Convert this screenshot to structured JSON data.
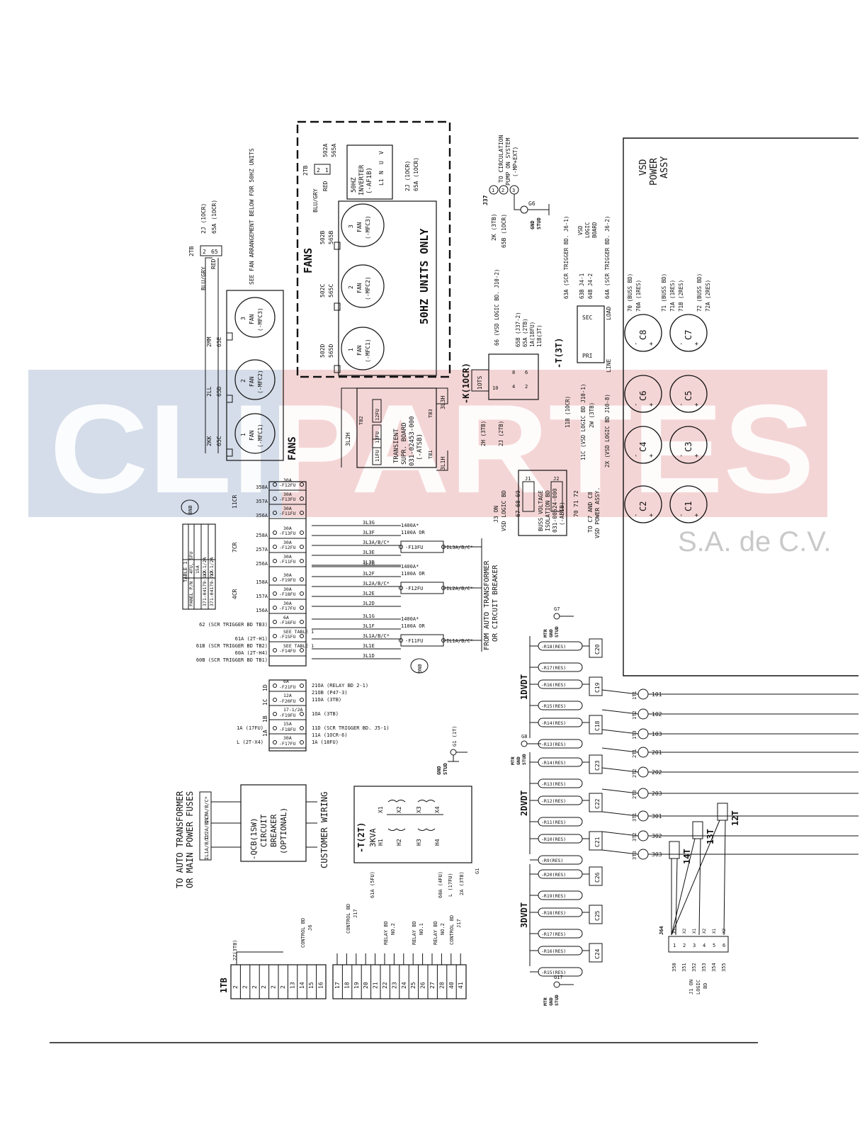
{
  "diagram": {
    "fans_outer": {
      "title": "FANS",
      "note": "SEE FAN ARRANGEMENT BELOW FOR 50HZ UNITS",
      "tb": "2TB",
      "tb_term_a": "2",
      "tb_term_b": "65",
      "wire_a": "BLU/GRY",
      "wire_b": "RED",
      "out_a": "2J (1OCR)",
      "out_b": "65A (1OCR)",
      "wires": [
        "2KK",
        "65C",
        "2LL",
        "65D",
        "2MM",
        "65E"
      ],
      "fans": [
        {
          "num": "1",
          "label": "FAN",
          "tag": "(-MFC1)"
        },
        {
          "num": "2",
          "label": "FAN",
          "tag": "(-MFC2)"
        },
        {
          "num": "3",
          "label": "FAN",
          "tag": "(-MFC3)"
        }
      ]
    },
    "fans_50hz": {
      "title": "FANS",
      "subtitle": "50HZ UNITS ONLY",
      "tb": "2TB",
      "tb_terms": [
        "2",
        "1"
      ],
      "wire_a": "BLU/GRY",
      "wire_b": "RED",
      "wires": [
        "502A",
        "565A",
        "502B",
        "565B",
        "502C",
        "565C",
        "502D",
        "565D"
      ],
      "inverter": [
        "50HZ",
        "INVERTER",
        "(-AF1B)"
      ],
      "inverter_terms": [
        "L1",
        "N",
        "U",
        "V"
      ],
      "inv_out_a": "2J (1OCR)",
      "inv_out_b": "65A (1OCR)",
      "fans": [
        {
          "num": "1",
          "label": "FAN",
          "tag": "(-MFC1)"
        },
        {
          "num": "2",
          "label": "FAN",
          "tag": "(-MFC2)"
        },
        {
          "num": "3",
          "label": "FAN",
          "tag": "(-MFC3)"
        }
      ]
    },
    "circulation": {
      "heading": [
        "TO CIRCULATION",
        "PUMP ON SYSTEM",
        "(-MP+EXT)"
      ],
      "j37": "J37",
      "pins": [
        "1",
        "2",
        "3"
      ],
      "wires": [
        "2K (3TB)",
        "65B (1OCR)"
      ],
      "gnd": [
        "GND",
        "STUD"
      ],
      "gnd_id": "G6"
    },
    "vsd_power": {
      "title": [
        "VSD",
        "POWER",
        "ASSY"
      ],
      "caps": [
        "C8",
        "C7",
        "C6",
        "C5",
        "C4",
        "C3",
        "C2",
        "C1"
      ],
      "buss": [
        "70 (BUSS BD)",
        "70A (1RES)",
        "71 (BUSS BD)",
        "71A (1RES)",
        "71B (2RES)",
        "72 (BUSS BD)",
        "72A (2RES)"
      ]
    },
    "t3t": {
      "label": "-T(3T)",
      "wires_top": [
        "63A (SCR TRIGGER BD. J6-1)",
        "63B J4-1",
        "64B J4-2",
        "64A (SCR TRIGGER BD. J6-2)"
      ],
      "vsd_logic": [
        "VSD",
        "LOGIC",
        "BOARD"
      ],
      "sec": "SEC",
      "pri": "PRI",
      "load": "LOAD",
      "line": "LINE",
      "wires_bot": [
        "11B (1OCR)",
        "11C (VSD LOGIC BD J10-1)",
        "2W (3TB)",
        "2X (VSD LOGIC BD J10-8)"
      ]
    },
    "k10cr": {
      "label": "-K(1OCR)",
      "ots": "1OTS",
      "pins": [
        "10",
        "4",
        "2",
        "8",
        "6"
      ],
      "wires": [
        "66 (VSD LOGIC BD. J10-2)",
        "65B (J37-2)",
        "65A (2TB)",
        "1A(18FU)",
        "11B(3T)"
      ],
      "bottom": [
        "2H (3TB)",
        "2J (2TB)"
      ]
    },
    "transient": {
      "lines": [
        "TRANSIENT",
        "SUPR. BOARD",
        "031-02453-000",
        "(-ATSB)"
      ],
      "fuses": [
        "11FU",
        "13FU",
        "12FU"
      ],
      "terms": [
        "TB1",
        "TB2",
        "TB3"
      ],
      "wires": [
        "3L2H",
        "3L3H",
        "3L1H"
      ]
    },
    "buss_iso": {
      "lines": [
        "BUSS VOLTAGE",
        "ISOLATION BD",
        "031-00624-000",
        "(-ABIB)"
      ],
      "j1": "J1",
      "j2": "J2",
      "left": [
        "J3 ON",
        "VSD LOGIC BD"
      ],
      "pins_left": [
        "69",
        "68",
        "67"
      ],
      "pins_right": [
        "72",
        "71",
        "70"
      ],
      "right": [
        "TO C7 AND C8",
        "VSD POWER ASSY."
      ]
    },
    "table1": {
      "title": "TABLE 1",
      "headers": [
        "PANEL P/N",
        "4FU, 5FU"
      ],
      "rows": [
        [
          "",
          "15A"
        ],
        [
          "371-04179-1XX",
          "17-1/2A"
        ],
        [
          "371-04179-7XX",
          "17-1/2A"
        ]
      ]
    },
    "fuse_block": {
      "relays": [
        "11CR",
        "7CR",
        "4CR"
      ],
      "fuses": [
        "F12FU",
        "F13FU",
        "F11FU",
        "F13FU",
        "F12FU",
        "F11FU",
        "F19FU",
        "F18FU",
        "F17FU",
        "F16FU",
        "F15FU",
        "F14FU"
      ],
      "ratings": [
        "30A",
        "30A",
        "30A",
        "30A",
        "30A",
        "30A",
        "30A",
        "30A",
        "30A",
        "6A",
        "SEE TABLE 1",
        "SEE TABLE 1"
      ],
      "outputs": [
        "358A",
        "357A",
        "356A",
        "258A",
        "257A",
        "256A",
        "158A",
        "157A",
        "156A",
        "62 (SCR TRIGGER BD TB3)",
        "61A (2T-H1)",
        "61B (SCR TRIGGER BD TB2)",
        "60A (2T-H4)",
        "60B (SCR TRIGGER BD TB1)"
      ],
      "badge": "8NB"
    },
    "lower_fuses": {
      "labels": [
        "1D",
        "1C",
        "1B",
        "1A"
      ],
      "fuses": [
        "F21FU",
        "F20FU",
        "F19FU",
        "F18FU",
        "F17FU"
      ],
      "ratings": [
        "6A",
        "12A",
        "17-1/2A",
        "15A",
        "30A"
      ],
      "wires": [
        "21OA (RELAY BD 2-1)",
        "21OB (P47-3)",
        "11OA (3TB)",
        "1OA (3TB)",
        "11D (SCR TRIGGER BD. J5-1)",
        "11A (1OCR-6)",
        "1A (18FU)",
        "1A (17FU)",
        "L (2T-X4)"
      ]
    },
    "breakers": {
      "groups": [
        {
          "in": "IL3A/B/C*",
          "fuse": "F13FU",
          "out": [
            "3L3G",
            "3L3F",
            "3L3A/B/C*",
            "3L3E",
            "3L3D"
          ],
          "rating": [
            "1100A OR",
            "1400A*"
          ]
        },
        {
          "in": "IL2A/B/C*",
          "fuse": "F12FU",
          "out": [
            "3L2G",
            "3L2F",
            "3L2A/B/C*",
            "3L2E",
            "3L2D"
          ],
          "rating": [
            "1100A OR",
            "1400A*"
          ]
        },
        {
          "in": "IL1A/B/C*",
          "fuse": "F11FU",
          "out": [
            "3L1G",
            "3L1F",
            "3L1A/B/C*",
            "3L1E",
            "3L1D"
          ],
          "rating": [
            "1100A OR",
            "1400A*"
          ]
        }
      ],
      "heading": [
        "FROM AUTO TRANSFORMER",
        "OR CIRCUIT BREAKER"
      ],
      "badge": "9NB"
    },
    "qcb": {
      "lines": [
        "-QCB(1SW)",
        "CIRCUIT",
        "BREAKER",
        "(OPTIONAL)"
      ],
      "inputs": [
        "IL3A/B/C*",
        "IL2A/B/C*",
        "IL1A/B/C*"
      ],
      "heading": [
        "TO AUTO TRANSFORMER",
        "OR MAIN POWER FUSES"
      ],
      "customer": "CUSTOMER WIRING"
    },
    "t2t": {
      "label": "-T(2T)",
      "kva": "3KVA",
      "windings": [
        "X1",
        "X2",
        "X3",
        "X4",
        "H1",
        "H2",
        "H3",
        "H4"
      ],
      "wires": [
        "61A (5FU)",
        "60A (4FU)",
        "L (17FU)",
        "2A (3TB)",
        "G1"
      ],
      "gnd": [
        "GND",
        "STUD"
      ],
      "gnd_id": "G1 (1T)"
    },
    "vdt": {
      "groups": [
        {
          "label": "1DVDT",
          "caps": [
            "C20",
            "C19",
            "C18"
          ],
          "res": [
            "-R18(RES)",
            "-R17(RES)",
            "-R16(RES)",
            "-R15(RES)",
            "-R14(RES)",
            "-R13(RES)"
          ],
          "terms": [
            "1T1",
            "1T2",
            "1T3"
          ],
          "outs": [
            "101",
            "102",
            "103"
          ],
          "gnd": "G7"
        },
        {
          "label": "2DVDT",
          "caps": [
            "C23",
            "C22",
            "C21"
          ],
          "res": [
            "-R14(RES)",
            "-R13(RES)",
            "-R12(RES)",
            "-R11(RES)",
            "-R10(RES)",
            "-R9(RES)"
          ],
          "terms": [
            "2T1",
            "2T2",
            "2T3"
          ],
          "outs": [
            "201",
            "202",
            "203"
          ],
          "gnd": "G8"
        },
        {
          "label": "3DVDT",
          "caps": [
            "C26",
            "C25",
            "C24"
          ],
          "res": [
            "-R20(RES)",
            "-R19(RES)",
            "-R18(RES)",
            "-R17(RES)",
            "-R16(RES)",
            "-R15(RES)"
          ],
          "terms": [
            "3T1",
            "3T2",
            "3T3"
          ],
          "outs": [
            "301",
            "302",
            "303"
          ],
          "gnd": "G17"
        }
      ],
      "mtr_gnd": [
        "MTR",
        "GND",
        "STUD"
      ]
    },
    "ct": {
      "labels": [
        "12T",
        "13T",
        "14T"
      ],
      "j64": "J64",
      "pins": [
        "1",
        "2",
        "3",
        "4",
        "5",
        "6"
      ],
      "x": [
        "X1",
        "X2",
        "X1",
        "X2",
        "X1",
        "X2"
      ],
      "wires": [
        "350",
        "351",
        "352",
        "353",
        "354",
        "355"
      ],
      "note": [
        "J1 ON",
        "LOGIC",
        "BD"
      ]
    },
    "tb1": {
      "label": "1TB",
      "terms": [
        "2",
        "2",
        "2",
        "2",
        "2",
        "2",
        "13",
        "14",
        "15",
        "16"
      ],
      "terms2": [
        "17",
        "18",
        "19",
        "20",
        "21",
        "22",
        "23",
        "24",
        "25",
        "26",
        "27",
        "28",
        "40",
        "41"
      ],
      "wire_2z": "2Z(3TB)",
      "control_j6": [
        "CONTROL BD",
        "J6"
      ],
      "control_j17": [
        "CONTROL BD",
        "J17"
      ],
      "relay2": [
        "RELAY BD",
        "NO.2"
      ],
      "relay1": [
        "RELAY BD",
        "NO.1"
      ],
      "relay2b": [
        "RELAY BD",
        "NO.2"
      ],
      "control_j17b": [
        "CONTROL BD",
        "J17"
      ]
    },
    "watermark": {
      "brand": "CLIPARTES",
      "sub": "S.A. de C.V."
    }
  }
}
